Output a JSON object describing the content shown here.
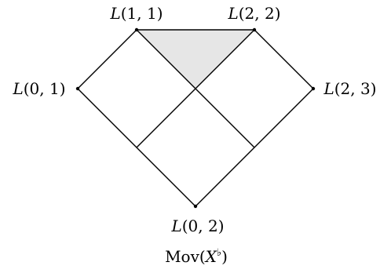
{
  "diagram": {
    "labels": {
      "L11": {
        "f": "L",
        "args": "1, 1"
      },
      "L22": {
        "f": "L",
        "args": "2, 2"
      },
      "L01": {
        "f": "L",
        "args": "0, 1"
      },
      "L23": {
        "f": "L",
        "args": "2, 3"
      },
      "L02": {
        "f": "L",
        "args": "0, 2"
      }
    },
    "caption": {
      "prefix": "Mov(",
      "var": "X",
      "sup": "♭",
      "suffix": ")"
    },
    "shaded_region_color": "#e6e6e6",
    "edge_color": "#000000"
  }
}
